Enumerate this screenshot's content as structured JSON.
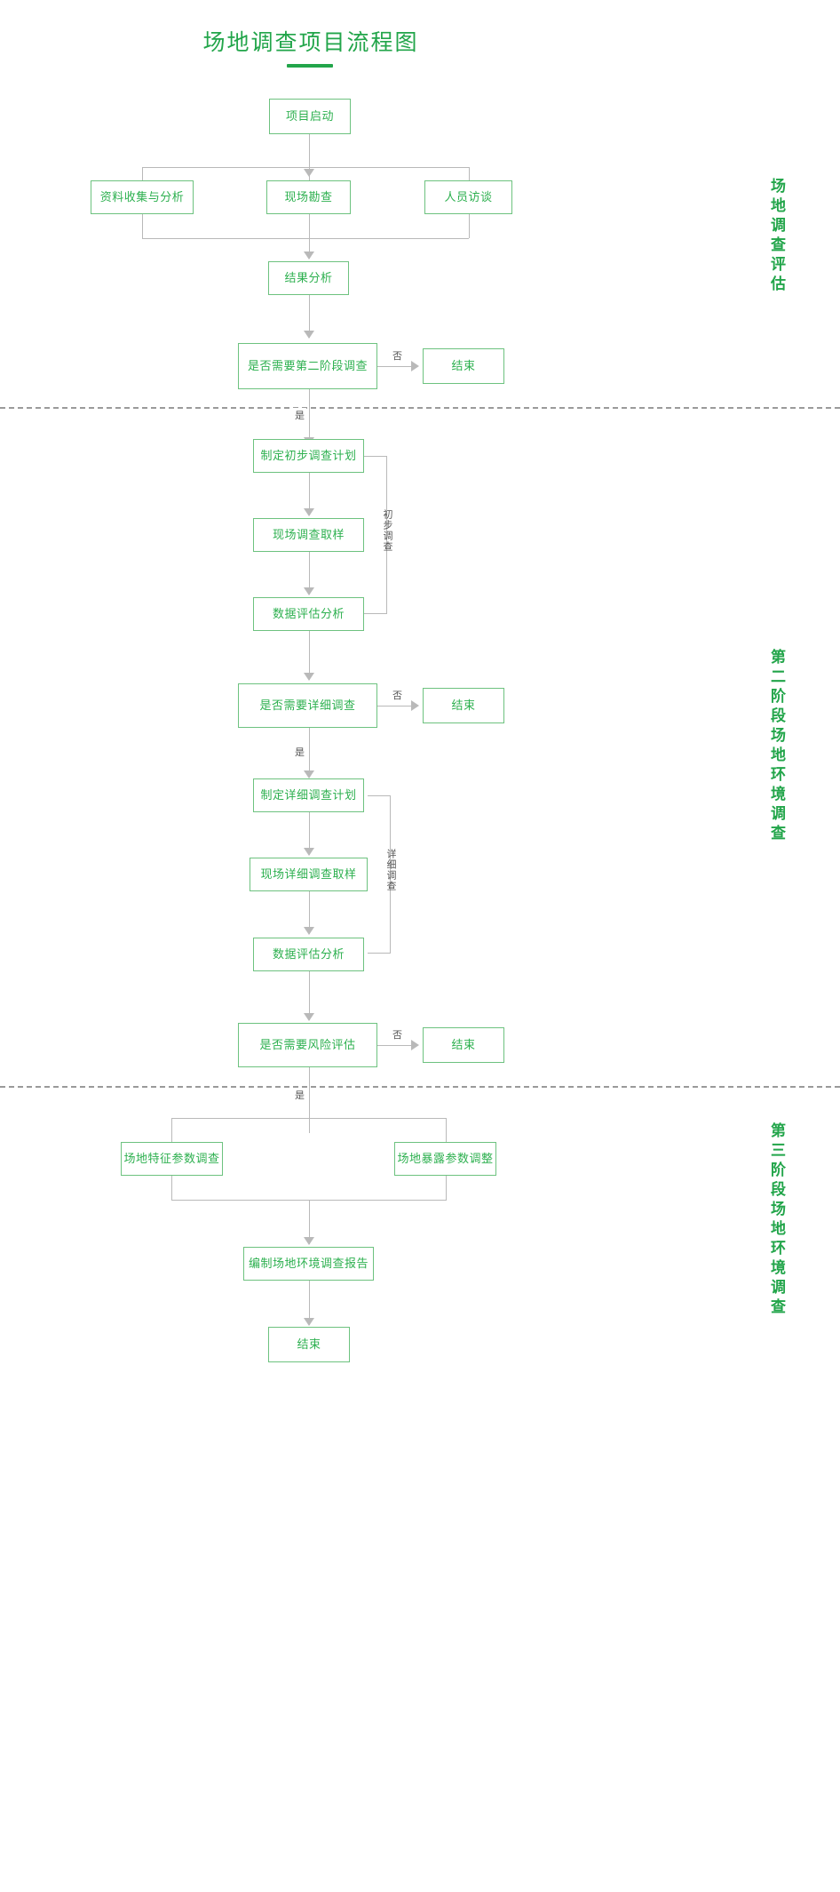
{
  "title": "场地调查项目流程图",
  "edge_labels": {
    "yes": "是",
    "no": "否"
  },
  "sections": [
    {
      "id": "stage1",
      "side_label": "场地调查评估"
    },
    {
      "id": "stage2",
      "side_label": "第二阶段场地环境调查"
    },
    {
      "id": "stage3",
      "side_label": "第三阶段场地环境调查"
    }
  ],
  "group_labels": [
    {
      "id": "preliminary",
      "text": "初步调查"
    },
    {
      "id": "detailed",
      "text": "详细调查"
    }
  ],
  "nodes": {
    "start": "项目启动",
    "data_collection": "资料收集与分析",
    "site_survey": "现场勘查",
    "interview": "人员访谈",
    "result_analysis": "结果分析",
    "decision_phase2": "是否需要第二阶段调查",
    "end1": "结束",
    "plan_preliminary": "制定初步调查计划",
    "sampling_preliminary": "现场调查取样",
    "data_eval_preliminary": "数据评估分析",
    "decision_detailed": "是否需要详细调查",
    "end2": "结束",
    "plan_detailed": "制定详细调查计划",
    "sampling_detailed": "现场详细调查取样",
    "data_eval_detailed": "数据评估分析",
    "decision_risk": "是否需要风险评估",
    "end3": "结束",
    "site_feature": "场地特征参数调查",
    "site_exposure": "场地暴露参数调整",
    "report": "编制场地环境调查报告",
    "end4": "结束"
  },
  "colors": {
    "accent": "#22a54a",
    "node_border": "#6dc27f",
    "node_text": "#2db04f",
    "connector": "#b9b9b9",
    "divider": "#9a9a9a"
  }
}
